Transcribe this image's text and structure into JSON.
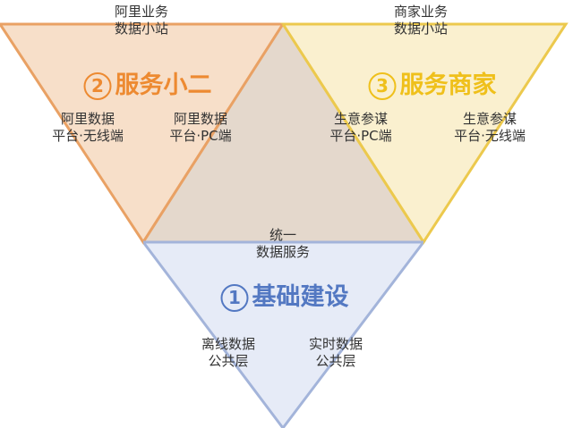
{
  "colors": {
    "service_fill": "#f7dfc9",
    "service_stroke": "#e9a164",
    "service_text": "#ed8a31",
    "merchant_fill": "#faf0cf",
    "merchant_stroke": "#ecc94d",
    "merchant_text": "#efc01b",
    "base_fill": "#e6ebf7",
    "base_stroke": "#a3b4da",
    "base_text": "#5378c2",
    "center_fill": "#e4d8cc"
  },
  "top_left_label": [
    "阿里业务",
    "数据小站"
  ],
  "top_right_label": [
    "商家业务",
    "数据小站"
  ],
  "service": {
    "number": "2",
    "title": "服务小二",
    "item_left": [
      "阿里数据",
      "平台·无线端"
    ],
    "item_right": [
      "阿里数据",
      "平台·PC端"
    ]
  },
  "merchant": {
    "number": "3",
    "title": "服务商家",
    "item_left": [
      "生意参谋",
      "平台·PC端"
    ],
    "item_right": [
      "生意参谋",
      "平台·无线端"
    ]
  },
  "center_label": [
    "统一",
    "数据服务"
  ],
  "base": {
    "number": "1",
    "title": "基础建设",
    "item_left": [
      "离线数据",
      "公共层"
    ],
    "item_right": [
      "实时数据",
      "公共层"
    ]
  }
}
